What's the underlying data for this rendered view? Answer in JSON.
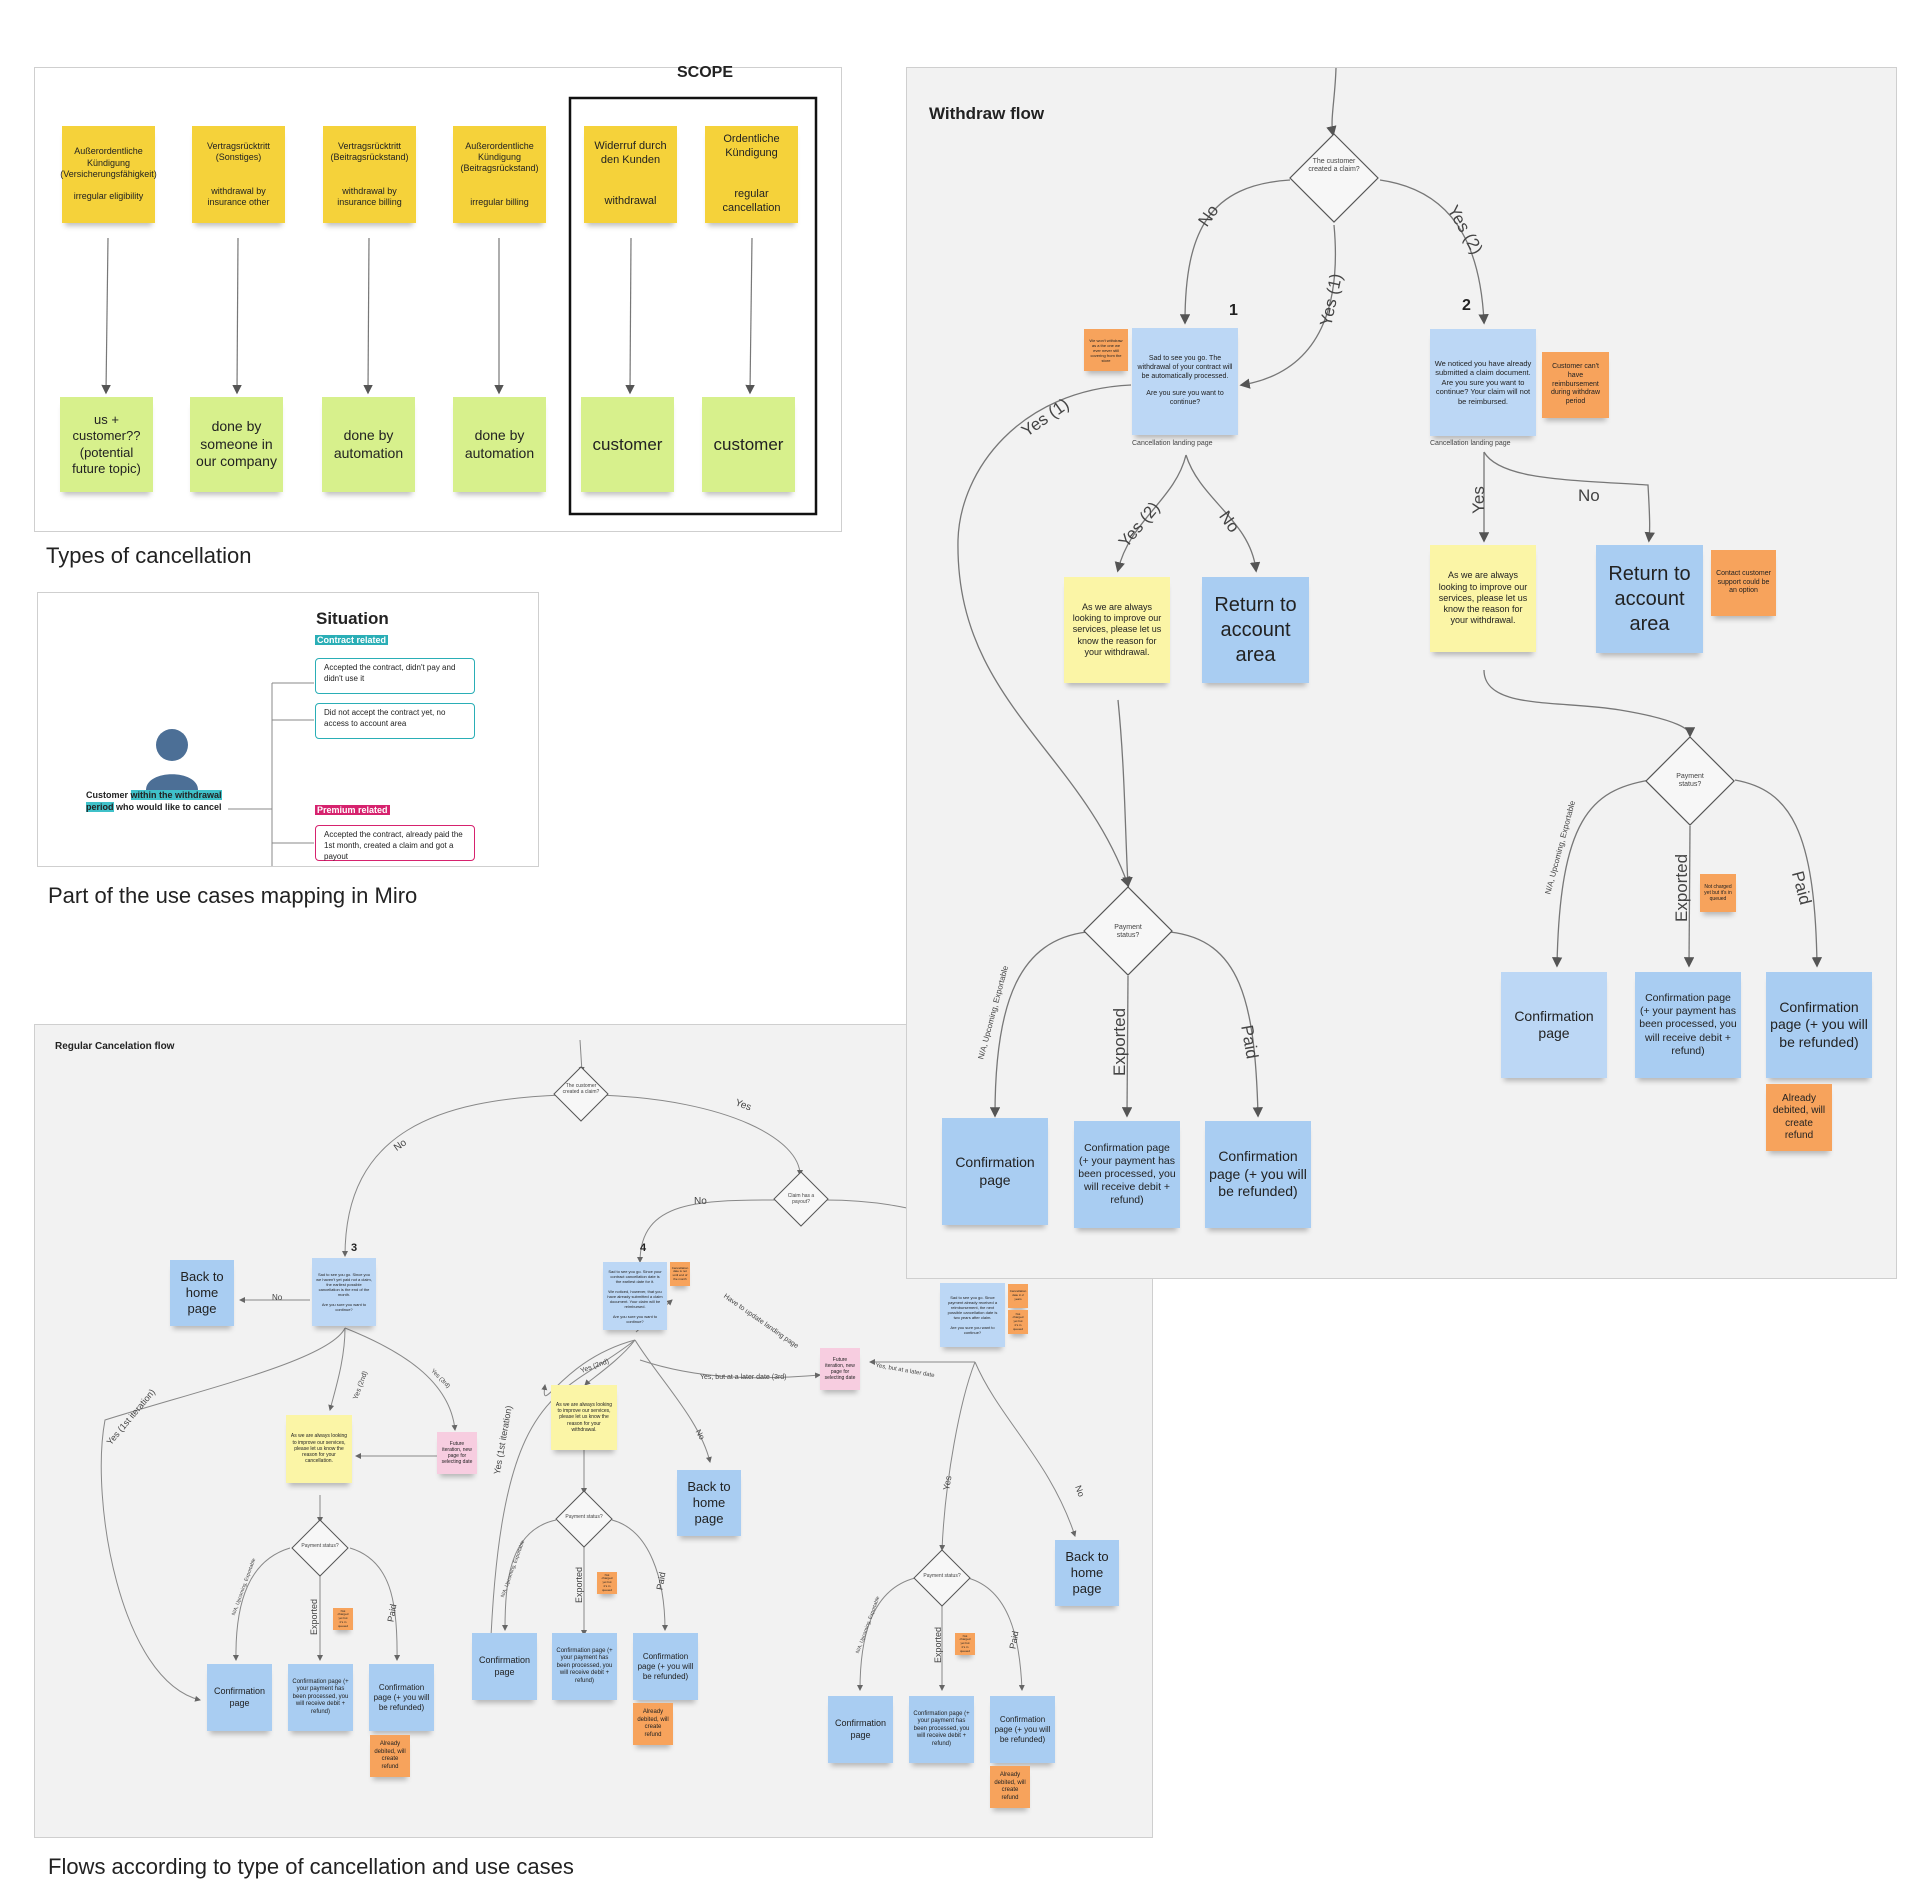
{
  "types": {
    "scope_label": "SCOPE",
    "caption": "Types of cancellation",
    "top_notes": [
      {
        "de": "Außerordentliche Kündigung (Versicherungsfähigkeit)",
        "en": "irregular eligibility"
      },
      {
        "de": "Vertragsrücktritt (Sonstiges)",
        "en": "withdrawal by insurance other"
      },
      {
        "de": "Vertragsrücktritt (Beitragsrückstand)",
        "en": "withdrawal by insurance billing"
      },
      {
        "de": "Außerordentliche Kündigung (Beitragsrückstand)",
        "en": "irregular billing"
      },
      {
        "de": "Widerruf durch den Kunden",
        "en": "withdrawal"
      },
      {
        "de": "Ordentliche Kündigung",
        "en": "regular cancellation"
      }
    ],
    "bottom_notes": [
      "us + customer?? (potential future topic)",
      "done by someone in our company",
      "done by automation",
      "done by automation",
      "customer",
      "customer"
    ]
  },
  "situation": {
    "title": "Situation",
    "caption": "Part of the use cases mapping in Miro",
    "contract_tag": "Contract related",
    "premium_tag": "Premium related",
    "customer_pre": "Customer ",
    "customer_hl": "within the withdrawal period",
    "customer_post": " who would like to cancel",
    "boxes": [
      "Accepted the contract, didn't pay and didn't use it",
      "Did not accept the contract yet, no access to account area",
      "Accepted the contract, already paid the 1st month, created a claim and got a payout"
    ],
    "colors": {
      "contract": "#2aaeb6",
      "premium": "#d6226e"
    }
  },
  "withdraw": {
    "title": "Withdraw flow",
    "diamond_top": "The customer created a claim?",
    "edge_no": "No",
    "edge_yes1": "Yes (1)",
    "edge_yes2": "Yes (2)",
    "num1": "1",
    "num2": "2",
    "card1": "Sad to see you go. The withdrawal of your contract will be automatically processed.\n\nAre you sure you want to continue?",
    "card1_under": "Cancellation landing page",
    "card1_side": "We won't withdraw as a the one we ever never still covering from the store",
    "card2": "We noticed you have already submitted a claim document. Are you sure you want to continue? Your claim will not be reimbursed.",
    "card2_under": "Cancellation landing page",
    "card2_side": "Customer can't have reimbursement during withdraw period",
    "left_yes1": "Yes (1)",
    "left_yes2": "Yes (2)",
    "left_no": "No",
    "improve": "As we are always looking to improve our services, please let us know the reason for your withdrawal.",
    "return": "Return to account area",
    "right_yes": "Yes",
    "right_no": "No",
    "contact": "Contact customer support could be an option",
    "payment": "Payment status?",
    "na": "N/A, Upcoming, Exportable",
    "exported": "Exported",
    "paid": "Paid",
    "confirm": "Confirmation page",
    "confirm_exported": "Confirmation page (+ your payment has been processed, you will receive debit + refund)",
    "confirm_paid": "Confirmation page (+ you will be refunded)",
    "not_charged": "Not charged yet but it's in queued",
    "already": "Already debited, will create refund"
  },
  "regular": {
    "title": "Regular Cancelation flow",
    "caption": "Flows according to type of cancellation and use cases",
    "d1": "The customer created a claim?",
    "d2": "Claim has a payout?",
    "no": "No",
    "yes": "Yes",
    "num3": "3",
    "num4": "4",
    "back": "Back to home page",
    "card3": "Sad to see you go. Since you we haven't yet paid not a claim, the earliest possible cancellation is the end of the month.\n\nAre you sure you want to continue?",
    "card4": "Sad to see you go. Since your contract cancellation date is the earliest date for it.\n\nWe noticed, however, that you have already submitted a claim document. Your claim will be reimbursed.\n\nAre you sure you want to continue?",
    "card4_side": "Cancellation date is not until end of the month",
    "card5": "Sad to see you go. Since payment already received a reimbursement, the next possible cancellation date is two years after claim.\n\nAre you sure you want to continue?",
    "card5_side": "Cancellation date in 2 years",
    "yes_1st": "Yes (1st iteration)",
    "yes_2nd": "Yes (2nd)",
    "yes_3rd": "Yes (3rd)",
    "yes_later": "Yes, but at a later date (3rd)",
    "yes_later2": "Yes, but at a later date",
    "have_update": "Have to update landing page",
    "future": "Future iteration, new page for selecting date",
    "improve": "As we are always looking to improve our services, please let us know the reason for your cancellation.",
    "improve2": "As we are always looking to improve our services, please let us know the reason for your withdrawal.",
    "payment": "Payment status?",
    "na": "N/A, Upcoming, Exportable",
    "exported": "Exported",
    "paid": "Paid",
    "confirm": "Confirmation page",
    "confirm_exported": "Confirmation page (+ your payment has been processed, you will receive debit + refund)",
    "confirm_paid": "Confirmation page (+ you will be refunded)",
    "not_charged": "Not charged yet but it's in queued",
    "already": "Already debited, will create refund"
  }
}
